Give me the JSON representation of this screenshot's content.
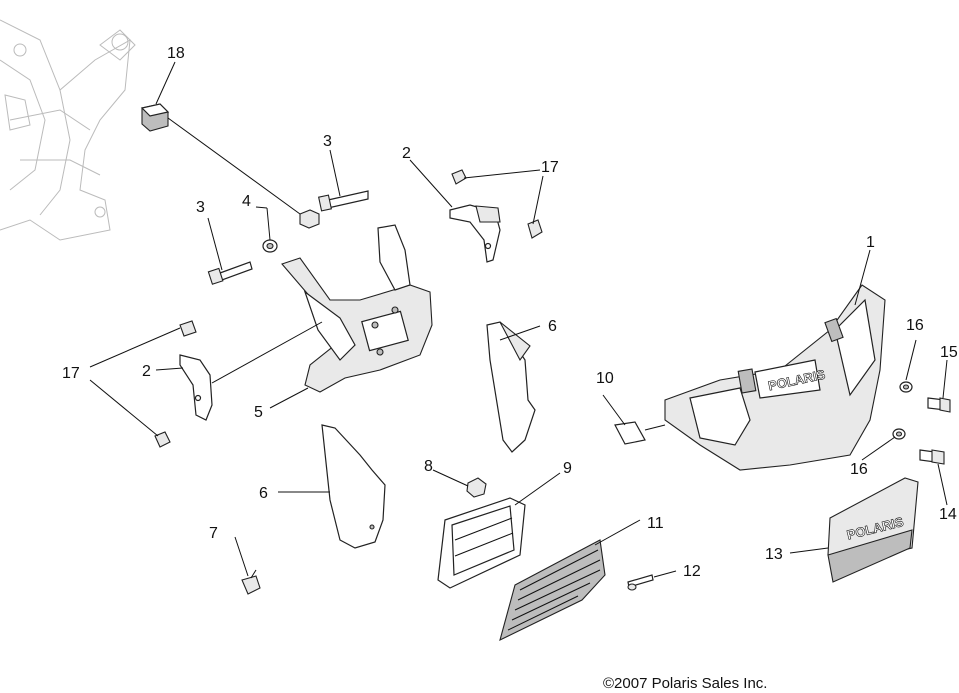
{
  "callouts": {
    "c1": "1",
    "c2a": "2",
    "c2b": "2",
    "c3a": "3",
    "c3b": "3",
    "c4": "4",
    "c5": "5",
    "c6a": "6",
    "c6b": "6",
    "c7": "7",
    "c8": "8",
    "c9": "9",
    "c10": "10",
    "c11": "11",
    "c12": "12",
    "c13": "13",
    "c14": "14",
    "c15": "15",
    "c16a": "16",
    "c16b": "16",
    "c17a": "17",
    "c17b": "17",
    "c18": "18"
  },
  "brand_text": {
    "bumper": "POLARIS",
    "grille": "POLARIS"
  },
  "copyright": "©2007 Polaris Sales Inc."
}
